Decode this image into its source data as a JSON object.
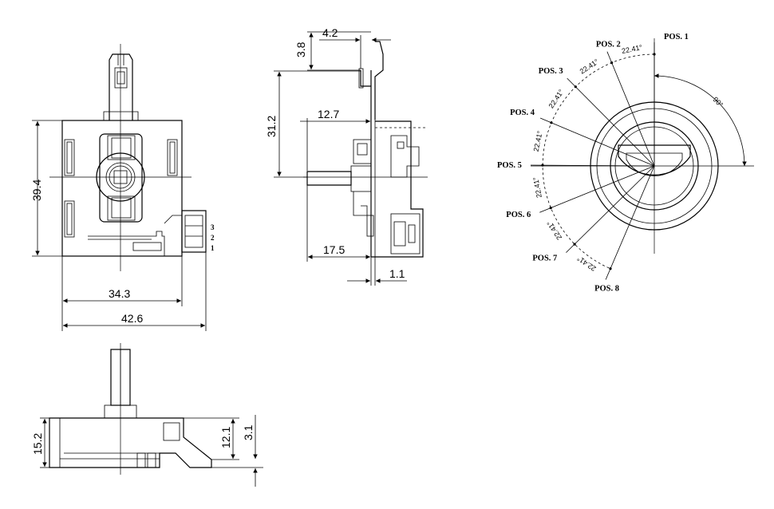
{
  "front_view": {
    "dims": {
      "height": "39.4",
      "inner_width": "34.3",
      "overall_width": "42.6"
    },
    "terminals": [
      "3",
      "2",
      "1"
    ]
  },
  "side_view": {
    "dims": {
      "top_gap": "3.8",
      "top_width": "4.2",
      "height": "31.2",
      "shaft": "12.7",
      "depth": "17.5",
      "thickness": "1.1"
    }
  },
  "bottom_view": {
    "dims": {
      "height": "15.2",
      "body": "12.1",
      "base": "3.1"
    }
  },
  "position_diagram": {
    "positions": [
      "POS. 1",
      "POS. 2",
      "POS. 3",
      "POS. 4",
      "POS. 5",
      "POS. 6",
      "POS. 7",
      "POS. 8"
    ],
    "step_angle_label": "22.41°",
    "quadrant_angle_label": "90°"
  }
}
